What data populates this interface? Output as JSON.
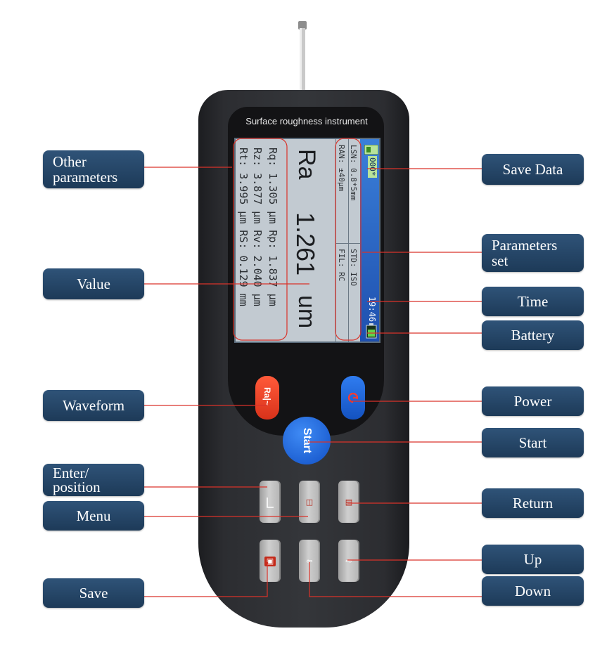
{
  "screen": {
    "title": "Surface roughness instrument",
    "main_param": "Ra",
    "main_value": "1.261",
    "main_unit": "um",
    "other_params": {
      "line1": "Rq: 1.305 µm   Rp: 1.837 µm",
      "line2": "Rz: 3.877 µm   Rv: 2.040 µm",
      "line3": "Rt: 3.995 µm   RS: 0.129 mm"
    },
    "settings": {
      "lsn": "LSN: 0.8*5mm",
      "ran": "RAN: ±40µm",
      "std": "STD: ISO",
      "fil": "FIL: RC"
    },
    "save_count": "000*",
    "time": "19:46"
  },
  "buttons": {
    "waveform_label": "Ra|~",
    "start_label": "Start"
  },
  "callouts": {
    "other_parameters": "Other\nparameters",
    "value": "Value",
    "waveform": "Waveform",
    "enter_position": "Enter/\nposition",
    "menu": "Menu",
    "save": "Save",
    "save_data": "Save Data",
    "parameters_set": "Parameters\nset",
    "time": "Time",
    "battery": "Battery",
    "power": "Power",
    "start": "Start",
    "return": "Return",
    "up": "Up",
    "down": "Down"
  },
  "colors": {
    "callout_bg": "#1d3a58",
    "leader_line": "#d9332a",
    "screen_bg": "#c2cad1",
    "device_body": "#2c2d31",
    "start_button": "#1452c0",
    "power_button": "#1452c0",
    "waveform_button": "#d8321a"
  },
  "icons": [
    "power-icon",
    "enter-icon",
    "menu-icon",
    "return-icon",
    "save-icon",
    "down-arrow-icon",
    "up-arrow-icon",
    "battery-icon",
    "save-data-icon"
  ]
}
